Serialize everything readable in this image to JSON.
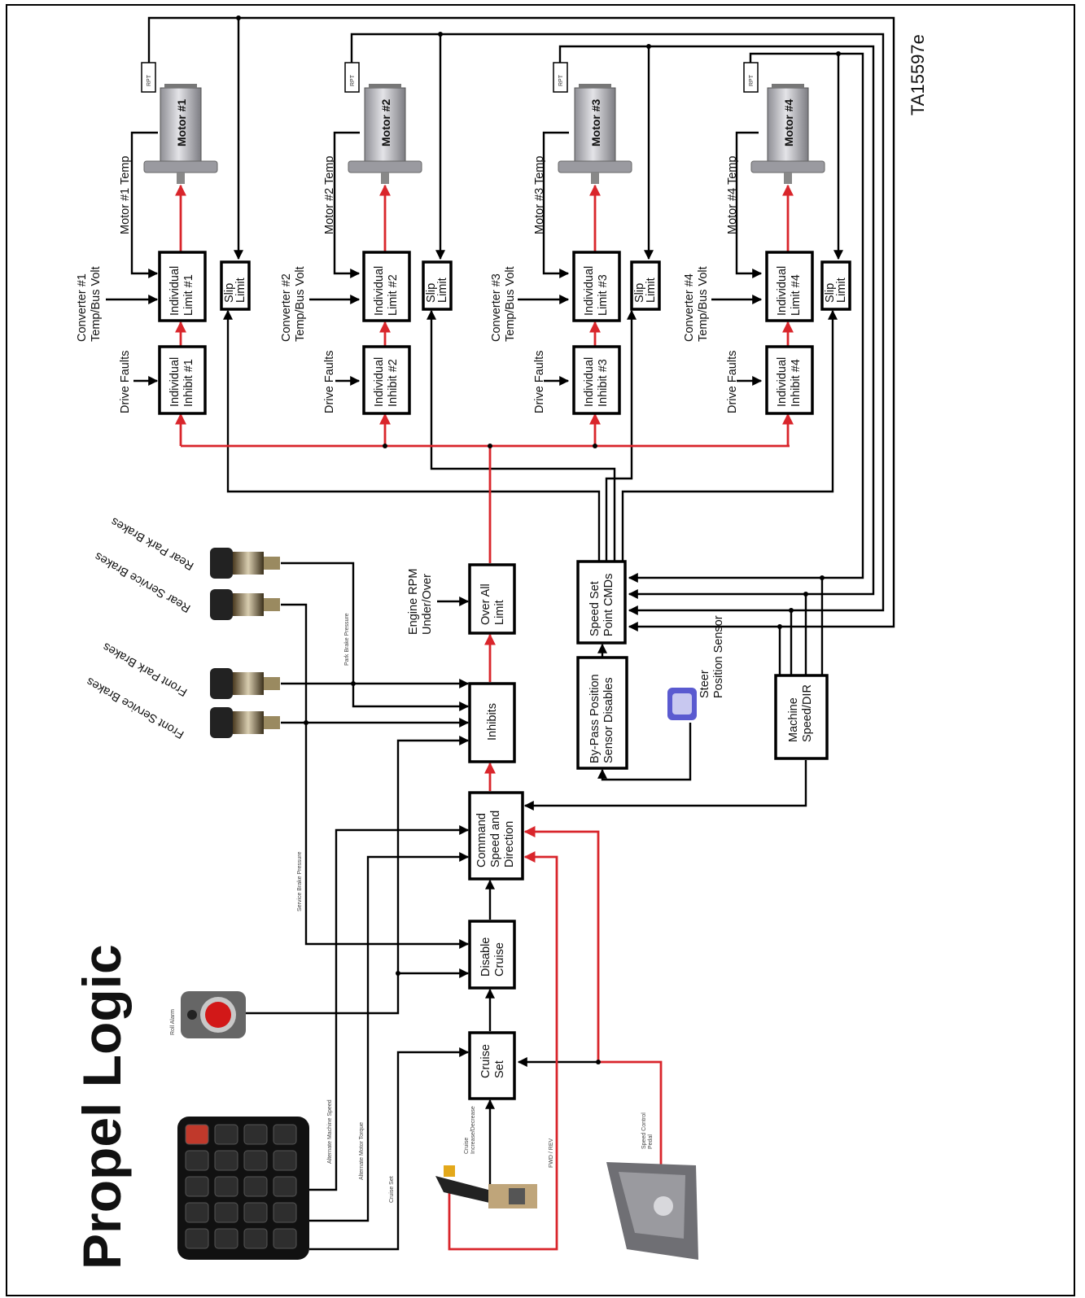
{
  "title": "Propel Logic",
  "doc_id": "TA15597e",
  "motors": [
    {
      "id": 1,
      "motor": "Motor #1",
      "temp": "Motor #1 Temp",
      "limit": [
        "Individual",
        "Limit #1"
      ],
      "inhibit": [
        "Individual",
        "Inhibit #1"
      ],
      "conv": [
        "Converter #1",
        "Temp/Bus Volt"
      ],
      "slip": [
        "Slip",
        "Limit"
      ],
      "faults": "Drive Faults",
      "rpt": "RPT"
    },
    {
      "id": 2,
      "motor": "Motor #2",
      "temp": "Motor #2 Temp",
      "limit": [
        "Individual",
        "Limit #2"
      ],
      "inhibit": [
        "Individual",
        "Inhibit #2"
      ],
      "conv": [
        "Converter #2",
        "Temp/Bus Volt"
      ],
      "slip": [
        "Slip",
        "Limit"
      ],
      "faults": "Drive Faults",
      "rpt": "RPT"
    },
    {
      "id": 3,
      "motor": "Motor #3",
      "temp": "Motor #3 Temp",
      "limit": [
        "Individual",
        "Limit #3"
      ],
      "inhibit": [
        "Individual",
        "Inhibit #3"
      ],
      "conv": [
        "Converter #3",
        "Temp/Bus Volt"
      ],
      "slip": [
        "Slip",
        "Limit"
      ],
      "faults": "Drive Faults",
      "rpt": "RPT"
    },
    {
      "id": 4,
      "motor": "Motor #4",
      "temp": "Motor #4 Temp",
      "limit": [
        "Individual",
        "Limit #4"
      ],
      "inhibit": [
        "Individual",
        "Inhibit #4"
      ],
      "conv": [
        "Converter #4",
        "Temp/Bus Volt"
      ],
      "slip": [
        "Slip",
        "Limit"
      ],
      "faults": "Drive Faults",
      "rpt": "RPT"
    }
  ],
  "blocks": {
    "over_all_limit": [
      "Over All",
      "Limit"
    ],
    "inhibits": [
      "Inhibits"
    ],
    "command": [
      "Command",
      "Speed and",
      "Direction"
    ],
    "disable_cruise": [
      "Disable",
      "Cruise"
    ],
    "cruise_set": [
      "Cruise",
      "Set"
    ],
    "speed_set_point": [
      "Speed Set",
      "Point CMDs"
    ],
    "bypass": [
      "By-Pass Position",
      "Sensor Disables"
    ],
    "machine_speed": [
      "Machine",
      "Speed/DIR"
    ]
  },
  "labels": {
    "engine_rpm": [
      "Engine RPM",
      "Under/Over"
    ],
    "steer_sensor": [
      "Steer",
      "Position Sensor"
    ],
    "front_service": "Front Service Brakes",
    "front_park": "Front Park Brakes",
    "rear_service": "Rear Service Brakes",
    "rear_park": "Rear Park Brakes",
    "park_brake_pressure": "Park Brake Pressure",
    "service_brake_pressure": "Service Brake Pressure",
    "alt_machine_speed": "Alternate Machine Speed",
    "alt_motor_torque": "Alternate Motor Torque",
    "cruise_set_line": "Cruise Set",
    "cruise_inc_dec": [
      "Cruise",
      "Increase/Decrease"
    ],
    "fwd_rev": "FWD / REV",
    "speed_pedal": [
      "Speed Control",
      "Pedal"
    ],
    "roll_alarm": "Roll Alarm"
  },
  "colors": {
    "signal": "#d9252b",
    "wire": "#000000",
    "motor_body": "#c8c8cc"
  }
}
